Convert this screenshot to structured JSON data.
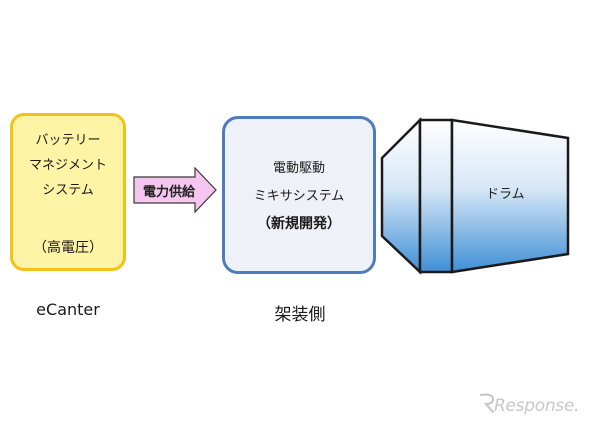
{
  "battery": {
    "lines": [
      "バッテリー",
      "マネジメント",
      "システム"
    ],
    "sub": "（高電圧）",
    "caption": "eCanter"
  },
  "arrow": {
    "label": "電力供給"
  },
  "mixer": {
    "line1": "電動駆動",
    "line2": "ミキサシステム",
    "line3": "（新規開発）",
    "caption": "架装側"
  },
  "drum": {
    "label": "ドラム"
  },
  "watermark": {
    "text": "Response."
  },
  "colors": {
    "battery_border": "#f2c21b",
    "battery_fill": "#fff4a6",
    "arrow_fill": "#f4c6f0",
    "mixer_border": "#4f7bbf",
    "drum_top": "#ffffff",
    "drum_bottom": "#3f8fd6"
  }
}
